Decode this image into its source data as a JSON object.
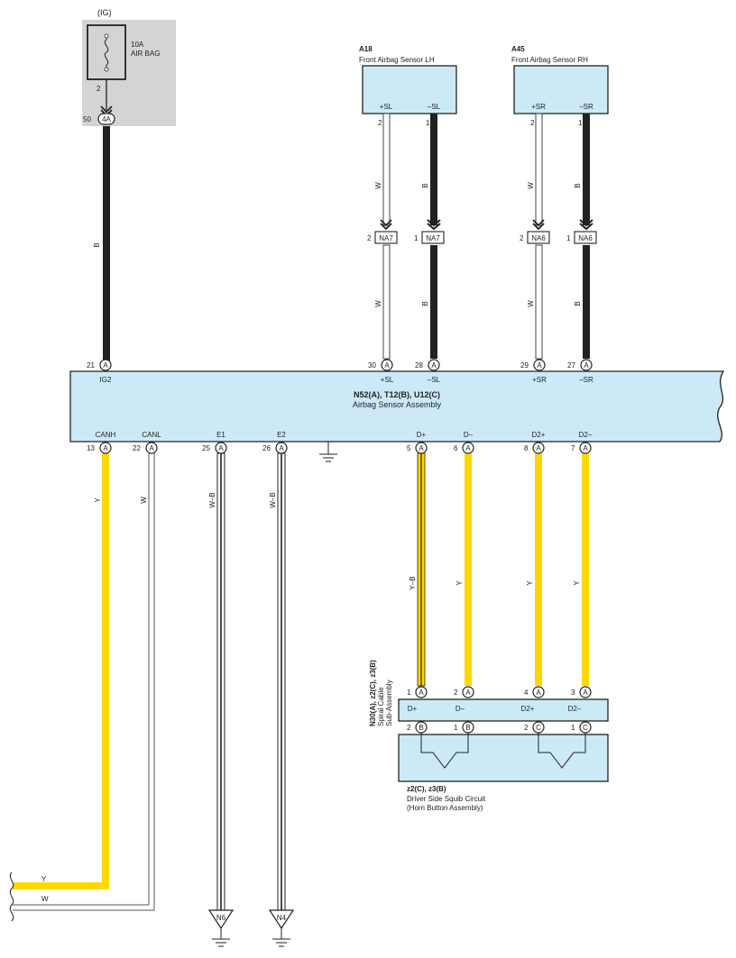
{
  "fuse": {
    "supply_label": "(IG)",
    "rating": "10A",
    "name": "AIR BAG",
    "pin": "2",
    "junction_pin": "50",
    "junction_connector": "4A",
    "wire_color": "B"
  },
  "sensor_lh": {
    "code": "A18",
    "name": "Front Airbag Sensor LH",
    "terminals": [
      "+SL",
      "–SL"
    ],
    "pins": [
      "2",
      "1"
    ],
    "wire_colors": [
      "W",
      "B"
    ],
    "connector": "NA7",
    "conn_pins": [
      "2",
      "1"
    ]
  },
  "sensor_rh": {
    "code": "A45",
    "name": "Front Airbag Sensor RH",
    "terminals": [
      "+SR",
      "–SR"
    ],
    "pins": [
      "2",
      "1"
    ],
    "wire_colors": [
      "W",
      "B"
    ],
    "connector": "NA6",
    "conn_pins": [
      "2",
      "1"
    ]
  },
  "airbag_assy": {
    "code": "N52(A), T12(B), U12(C)",
    "name": "Airbag Sensor Assembly",
    "top_terminals": [
      "IG2",
      "+SL",
      "–SL",
      "+SR",
      "–SR"
    ],
    "top_pins": [
      "21",
      "30",
      "28",
      "29",
      "27"
    ],
    "bottom_terminals": [
      "CANH",
      "CANL",
      "E1",
      "E2",
      "D+",
      "D–",
      "D2+",
      "D2–"
    ],
    "bottom_pins": [
      "13",
      "22",
      "25",
      "26",
      "5",
      "6",
      "8",
      "7"
    ],
    "connector_letter": "A"
  },
  "lower_wires": {
    "colors": [
      "Y",
      "W",
      "W–B",
      "W–B",
      "Y–B",
      "Y",
      "Y",
      "Y"
    ]
  },
  "grounds": [
    "N6",
    "N4"
  ],
  "spiral": {
    "code": "N30(A), z2(C), z3(B)",
    "name_line1": "Spiral Cable",
    "name_line2": "Sub-Assembly",
    "top_pins": [
      "1",
      "2",
      "4",
      "3"
    ],
    "top_letters": [
      "A",
      "A",
      "A",
      "A"
    ],
    "terminals": [
      "D+",
      "D–",
      "D2+",
      "D2–"
    ],
    "bottom_pins": [
      "2",
      "1",
      "2",
      "1"
    ],
    "bottom_letters": [
      "B",
      "B",
      "C",
      "C"
    ]
  },
  "squib": {
    "code": "z2(C), z3(B)",
    "name_line1": "Driver Side Squib Circuit",
    "name_line2": "(Horn Button Assembly)"
  },
  "bus_labels": [
    "Y",
    "W"
  ],
  "colors": {
    "box_fill": "#cce9f7",
    "fuse_panel": "#d4d4d4",
    "wire_black": "#222222",
    "wire_yellow": "#ffd800"
  }
}
